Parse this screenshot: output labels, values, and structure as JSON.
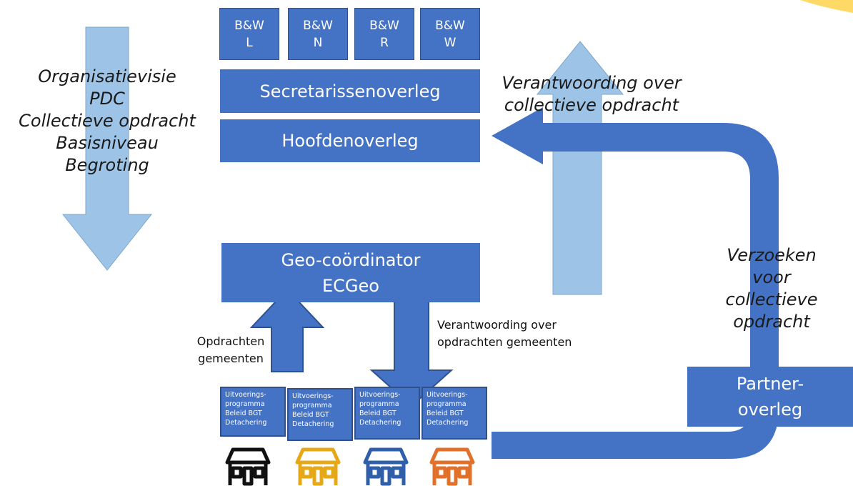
{
  "colors": {
    "primary": "#4472c4",
    "light": "#9dc3e6",
    "accent": "#ffd966"
  },
  "top_boxes": [
    {
      "label": "B&W\nL"
    },
    {
      "label": "B&W\nN"
    },
    {
      "label": "B&W\nR"
    },
    {
      "label": "B&W\nW"
    }
  ],
  "secretaris": "Secretarissenoverleg",
  "hoofden": "Hoofdenoverleg",
  "geo": "Geo-coördinator\nECGeo",
  "partner": "Partner-\noverleg",
  "left_text": "Organisatievisie\nPDC\nCollectieve opdracht\nBasisniveau\nBegroting",
  "right_top_text": "Verantwoording over\ncollectieve opdracht",
  "right_side_text": "Verzoeken\nvoor\ncollectieve\nopdracht",
  "opdrachten": "Opdrachten\ngemeenten",
  "verantwoording_opdrachten": "Verantwoording over\nopdrachten gemeenten",
  "programs": [
    {
      "text": "Uitvoerings-\nprogramma\nBeleid BGT\nDetachering"
    },
    {
      "text": "Uitvoerings-\nprogramma\nBeleid BGT\nDetachering"
    },
    {
      "text": "Uitvoerings-\nprogramma\nBeleid BGT\nDetachering"
    },
    {
      "text": "Uitvoerings-\nprogramma\nBeleid BGT\nDetachering"
    }
  ],
  "houses": [
    {
      "icon": "house-icon",
      "color": "#111111"
    },
    {
      "icon": "house-icon",
      "color": "#e6a817"
    },
    {
      "icon": "house-icon",
      "color": "#2e5fa8"
    },
    {
      "icon": "house-icon",
      "color": "#e0702a"
    }
  ]
}
